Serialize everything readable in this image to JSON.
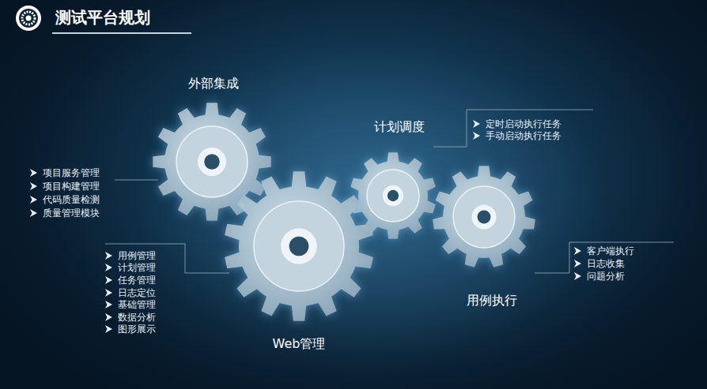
{
  "diagram": {
    "title": "测试平台规划",
    "nodes": [
      {
        "text": [
          "外部集成"
        ]
      },
      {
        "text": [
          "计划调度"
        ]
      },
      {
        "text": [
          "用例执行"
        ]
      },
      {
        "text": [
          "Web管理"
        ]
      }
    ],
    "labels": [
      "项目服务管理",
      "项目构建管理",
      "代码质量检测",
      "质量管理模块",
      "用例管理",
      "计划管理",
      "任务管理",
      "日志定位",
      "基础管理",
      "数据分析",
      "图形展示",
      "定时启动执行任务",
      "手动启动执行任务",
      "客户端执行",
      "日志收集",
      "问题分析"
    ]
  }
}
